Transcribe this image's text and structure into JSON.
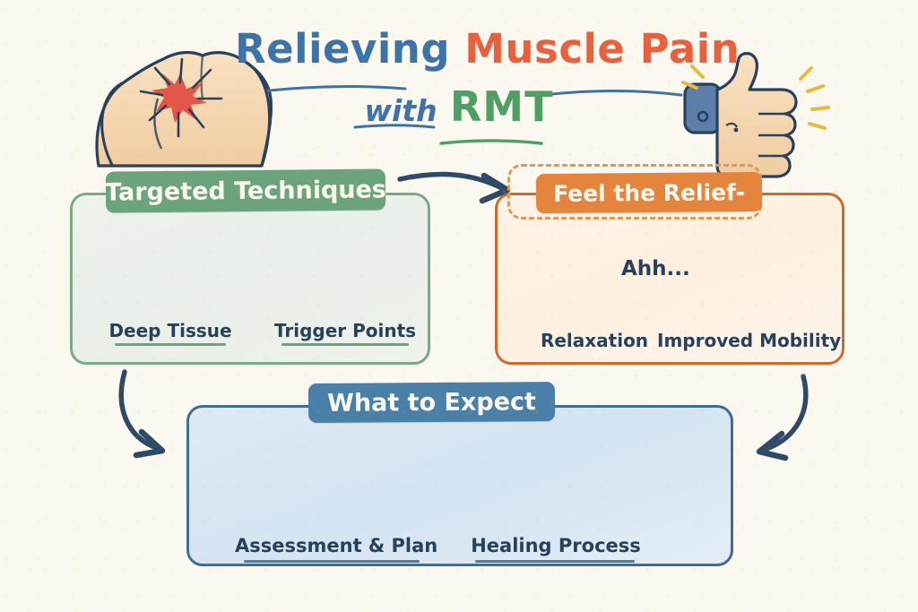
{
  "background_color": "#fbf8ef",
  "title": {
    "word1": "Relieving",
    "word2": "Muscle",
    "word3": "Pain",
    "connector": "with",
    "word4": "RMT",
    "color_word1": "#3d73a6",
    "color_word2": "#e7613f",
    "color_word3": "#e7613f",
    "color_connector": "#3d73a6",
    "color_word4": "#4f9e63"
  },
  "hero": {
    "torso_icon": "back-torso-with-pain-burst-icon",
    "pain_burst_color": "#e2574a",
    "skin_color": "#f6d7b0",
    "thumbs_up_icon": "thumbs-up-icon",
    "thumbs_up_sleeve_color": "#5b7fa8",
    "thumbs_up_spark_color": "#e8b93f"
  },
  "cards": [
    {
      "id": "targeted-techniques",
      "banner_label": "Targeted Techniques",
      "banner_color": "#6ba47c",
      "border_color": "#7aa98a",
      "body_color": "#eaf0e9",
      "items": [
        {
          "label": "Deep Tissue",
          "icon": "massaging-hands-icon",
          "underline_color": "#6ba47c"
        },
        {
          "label": "Trigger Points",
          "icon": "massage-tool-hand-icon",
          "underline_color": "#6ba47c"
        }
      ]
    },
    {
      "id": "feel-the-relief",
      "banner_label": "Feel the Relief-",
      "banner_color": "#e5843c",
      "border_color": "#d06a2c",
      "body_color": "#fdf2e4",
      "dashed_outline_color": "#e09a56",
      "annotation": "Ahh...",
      "annotation_arrow_icon": "down-arrow-icon",
      "items": [
        {
          "label": "Relaxation",
          "icon": "relaxed-face-icon"
        },
        {
          "label": "Improved Mobility",
          "icon": "flexed-bicep-icon"
        }
      ]
    },
    {
      "id": "what-to-expect",
      "banner_label": "What to Expect",
      "banner_color": "#4a7fa8",
      "border_color": "#3e6e96",
      "body_color": "#d9e7f2",
      "items": [
        {
          "label": "Assessment & Plan",
          "icon": "clipboard-checklist-pen-icon",
          "underline_color": "#4a7fa8"
        },
        {
          "label": "Healing Process",
          "icon": "clock-question-mark-icon",
          "underline_color": "#4a7fa8"
        }
      ]
    }
  ],
  "arrows": [
    {
      "id": "arrow-techniques-to-relief",
      "icon": "curved-arrow-right-icon",
      "color": "#2f4a66"
    },
    {
      "id": "arrow-techniques-to-expect",
      "icon": "curved-arrow-down-right-icon",
      "color": "#2f4a66"
    },
    {
      "id": "arrow-relief-to-expect",
      "icon": "curved-arrow-down-left-icon",
      "color": "#2f4a66"
    }
  ],
  "palette": {
    "navy_text": "#27415c",
    "coral": "#e2765e",
    "skin": "#f6d7b0",
    "tool_blue": "#47769c",
    "orange_accent": "#ef8c3a",
    "green_pen": "#5a9a5e"
  }
}
